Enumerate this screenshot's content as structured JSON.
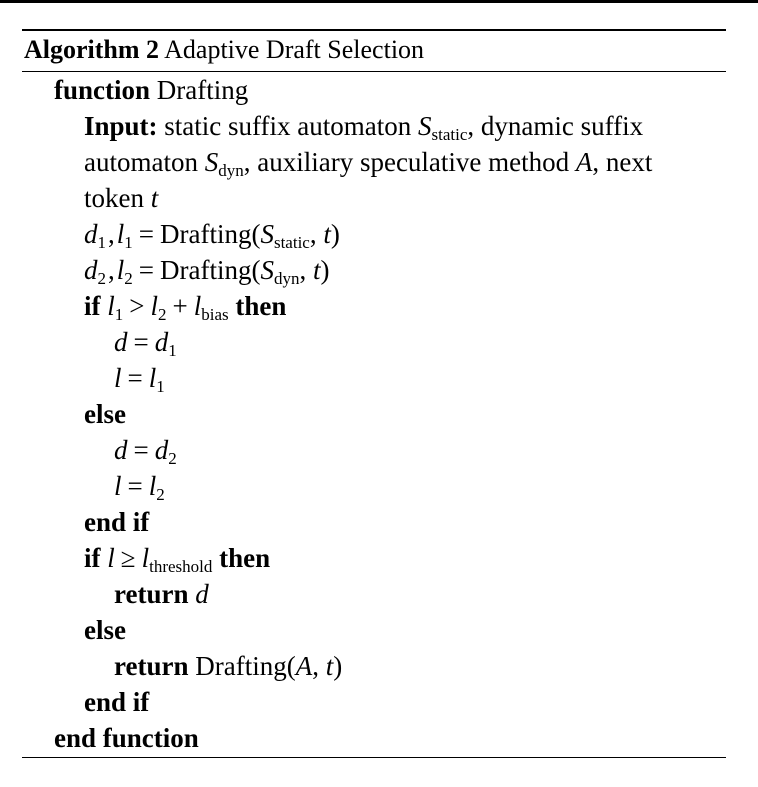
{
  "algorithm": {
    "label": "Algorithm 2",
    "title": "Adaptive Draft Selection",
    "function_kw": "function",
    "function_name": "Drafting",
    "input_kw": "Input:",
    "input_line1": "static suffix automaton S",
    "input_line1_sub": "static",
    "input_line1_rest": ", dynamic suffix",
    "input_line2_a": "automaton S",
    "input_line2_sub": "dyn",
    "input_line2_b": ", auxiliary speculative method A, next",
    "input_line3": "token t",
    "assign1_lhs": "d",
    "assign1_lhs_sub1": "1",
    "assign1_lhs_mid": ", l",
    "assign1_lhs_sub2": "1",
    "assign1_eq": " = ",
    "assign1_fn": "Drafting(",
    "assign1_arg": "S",
    "assign1_arg_sub": "static",
    "assign1_tail": ", t)",
    "assign2_lhs": "d",
    "assign2_lhs_sub1": "2",
    "assign2_lhs_mid": ", l",
    "assign2_lhs_sub2": "2",
    "assign2_eq": " = ",
    "assign2_fn": "Drafting(",
    "assign2_arg": "S",
    "assign2_arg_sub": "dyn",
    "assign2_tail": ", t)",
    "if_kw": "if",
    "then_kw": "then",
    "else_kw": "else",
    "endif_kw": "end if",
    "return_kw": "return",
    "end_function_kw": "end function",
    "cond1_a": "l",
    "cond1_a_sub": "1",
    "cond1_op": ">",
    "cond1_b": "l",
    "cond1_b_sub": "2",
    "cond1_plus": "+",
    "cond1_c": "l",
    "cond1_c_sub": "bias",
    "then1_d": "d = d",
    "then1_d_sub": "1",
    "then1_l": "l = l",
    "then1_l_sub": "1",
    "else1_d": "d = d",
    "else1_d_sub": "2",
    "else1_l": "l = l",
    "else1_l_sub": "2",
    "cond2_a": "l",
    "cond2_op": "≥",
    "cond2_b": "l",
    "cond2_b_sub": "threshold",
    "return1_val": "d",
    "return2_fn": "Drafting(",
    "return2_args": "A, t",
    "return2_close": ")"
  }
}
